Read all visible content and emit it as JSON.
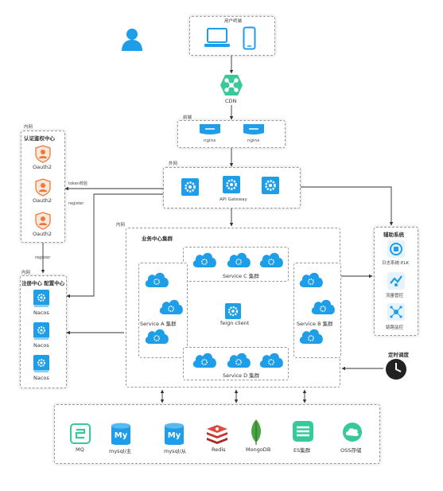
{
  "user_group": {
    "title": "用户终端"
  },
  "cdn": {
    "label": "CDN"
  },
  "proxy": {
    "net": "前端",
    "nodes": [
      "nginx",
      "nginx"
    ]
  },
  "gateway": {
    "net": "外网",
    "label": "API Gateway"
  },
  "auth": {
    "net": "内网",
    "title": "认证鉴权中心",
    "nodes": [
      "Oauth2",
      "Oauth2",
      "Oauth2"
    ]
  },
  "edge_labels": {
    "token": "token校验",
    "register1": "register",
    "register2": "register"
  },
  "registry": {
    "net": "内网",
    "title": "注册中心 配置中心",
    "nodes": [
      "Nacos",
      "Nacos",
      "Nacos"
    ]
  },
  "business": {
    "net": "内网",
    "title": "业务中心集群",
    "service_a": "Service A 集群",
    "service_b": "Service B 集群",
    "service_c": "Service C 集群",
    "service_d": "Service D 集群",
    "feign": "feign client"
  },
  "aux": {
    "title": "辅助系统",
    "items": [
      "日志系统-ELK",
      "流量管控",
      "链路监控"
    ]
  },
  "scheduler": {
    "label": "定时调度"
  },
  "storage": {
    "items": [
      "MQ",
      "mysql/主",
      "mysql/从",
      "Redis",
      "MongoDB",
      "ES集群",
      "OSS存储"
    ]
  },
  "colors": {
    "accent": "#1e9ee8",
    "green": "#37c99a",
    "orange": "#ee7a3a",
    "redis": "#c8342d",
    "mongo": "#4aa543"
  }
}
